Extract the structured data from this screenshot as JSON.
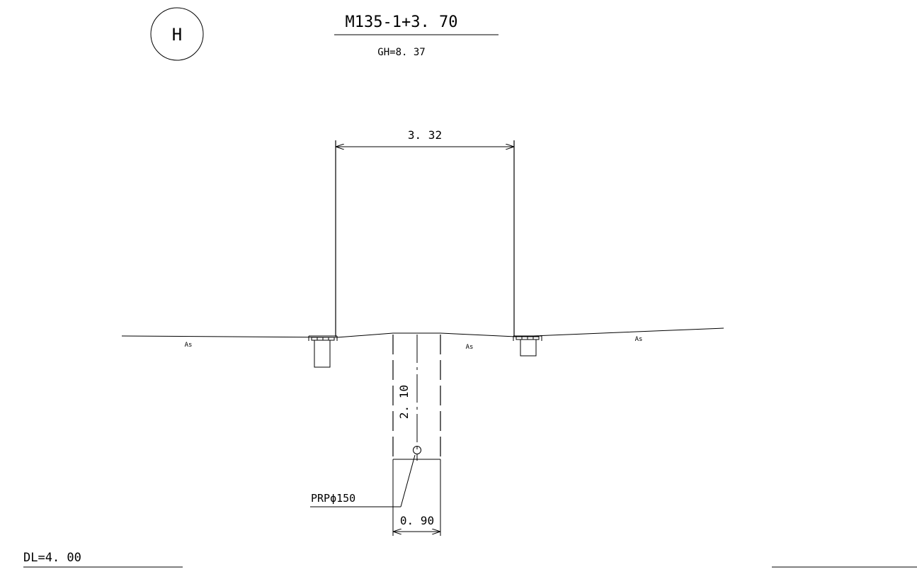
{
  "section_label": "H",
  "station": "M135-1+3. 70",
  "ground_height": "GH=8. 37",
  "datum_level": "DL=4. 00",
  "dimensions": {
    "width_top": "3. 32",
    "depth": "2. 10",
    "trench_width": "0. 90"
  },
  "pipe_label": "PRPϕ150",
  "surface_labels": [
    "As",
    "As",
    "As"
  ]
}
